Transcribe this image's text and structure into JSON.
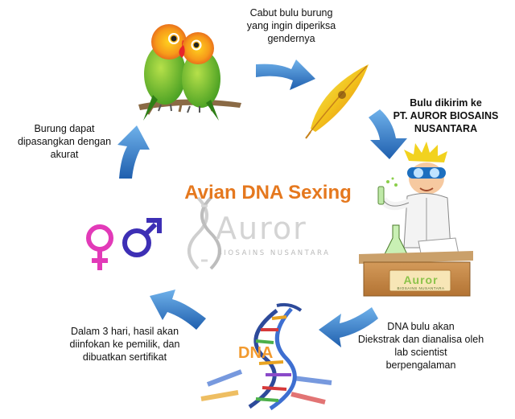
{
  "title": "Avian DNA Sexing",
  "logo": {
    "word": "Auror",
    "tagline": "BIOSAINS NUSANTARA"
  },
  "steps": [
    {
      "id": "pluck",
      "text": "Cabut bulu burung yang ingin diperiksa gendernya",
      "lines": [
        "Cabut bulu burung",
        "yang ingin diperiksa",
        "gendernya"
      ]
    },
    {
      "id": "send",
      "text": "Bulu dikirim ke PT. AUROR BIOSAINS NUSANTARA",
      "lines": [
        "Bulu dikirim ke",
        "PT. AUROR BIOSAINS",
        "NUSANTARA"
      ]
    },
    {
      "id": "extract",
      "text": "DNA bulu akan Diekstrak dan dianalisa oleh lab scientist berpengalaman",
      "lines": [
        "DNA bulu akan",
        "Diekstrak dan dianalisa oleh",
        "lab scientist",
        "berpengalaman"
      ]
    },
    {
      "id": "result",
      "text": "Dalam 3 hari, hasil akan diinfokan ke pemilik, dan dibuatkan sertifikat",
      "lines": [
        "Dalam 3 hari, hasil akan",
        "diinfokan ke pemilik, dan",
        "dibuatkan sertifikat"
      ]
    },
    {
      "id": "pair",
      "text": "Burung dapat dipasangkan dengan akurat",
      "lines": [
        "Burung dapat",
        "dipasangkan dengan",
        "akurat"
      ]
    }
  ],
  "dna_label": "DNA",
  "lab_sign": {
    "word": "Auror",
    "sub": "BIOSAINS NUSANTARA"
  },
  "icons": [
    "lovebirds-illustration",
    "feather-icon",
    "scientist-illustration",
    "dna-helix-illustration",
    "female-symbol-icon",
    "male-symbol-icon",
    "arrow-icon"
  ],
  "colors": {
    "title": "#e5781e",
    "arrow": "#2f78c4",
    "female": "#e23ab8",
    "male": "#3d2fb5",
    "dna_label": "#f29a2e"
  }
}
